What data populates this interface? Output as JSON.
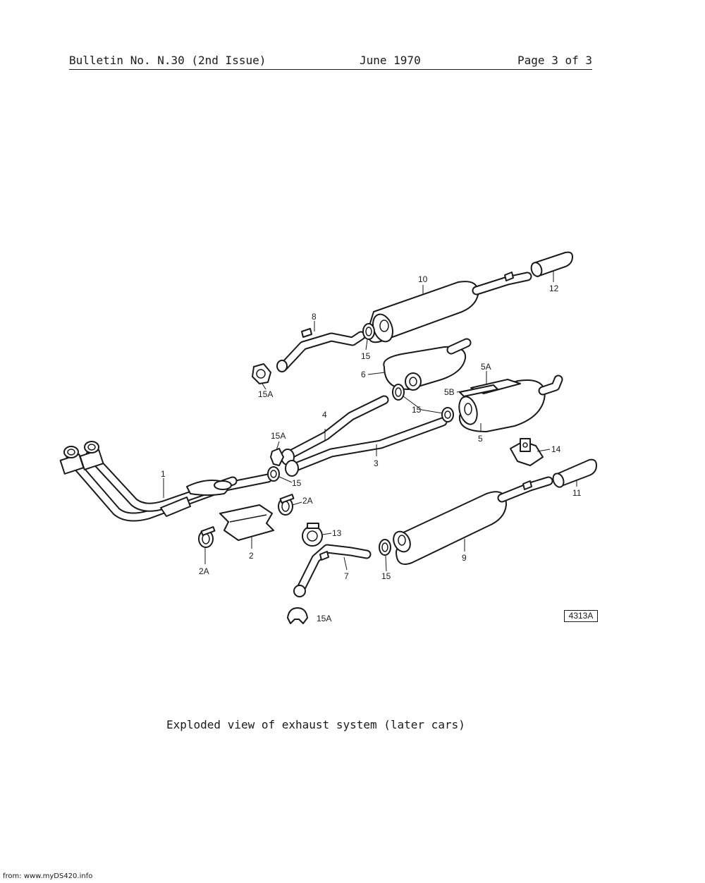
{
  "header": {
    "bulletin": "Bulletin No. N.30 (2nd Issue)",
    "date": "June 1970",
    "page": "Page 3 of 3"
  },
  "diagram": {
    "reference": "4313A",
    "callouts": [
      {
        "id": "c1",
        "label": "1"
      },
      {
        "id": "c2",
        "label": "2"
      },
      {
        "id": "c2a_left",
        "label": "2A"
      },
      {
        "id": "c2a_right",
        "label": "2A"
      },
      {
        "id": "c3",
        "label": "3"
      },
      {
        "id": "c4",
        "label": "4"
      },
      {
        "id": "c5",
        "label": "5"
      },
      {
        "id": "c5a",
        "label": "5A"
      },
      {
        "id": "c5b",
        "label": "5B"
      },
      {
        "id": "c6",
        "label": "6"
      },
      {
        "id": "c7",
        "label": "7"
      },
      {
        "id": "c8",
        "label": "8"
      },
      {
        "id": "c9",
        "label": "9"
      },
      {
        "id": "c10",
        "label": "10"
      },
      {
        "id": "c11",
        "label": "11"
      },
      {
        "id": "c12",
        "label": "12"
      },
      {
        "id": "c13",
        "label": "13"
      },
      {
        "id": "c14",
        "label": "14"
      },
      {
        "id": "c15_top",
        "label": "15"
      },
      {
        "id": "c15_mid",
        "label": "15"
      },
      {
        "id": "c15_joint",
        "label": "15"
      },
      {
        "id": "c15_bottom",
        "label": "15"
      },
      {
        "id": "c15a_top",
        "label": "15A"
      },
      {
        "id": "c15a_mid",
        "label": "15A"
      },
      {
        "id": "c15a_bottom",
        "label": "15A"
      }
    ]
  },
  "caption": "Exploded view of exhaust system (later cars)",
  "footer": "from: www.myDS420.info"
}
